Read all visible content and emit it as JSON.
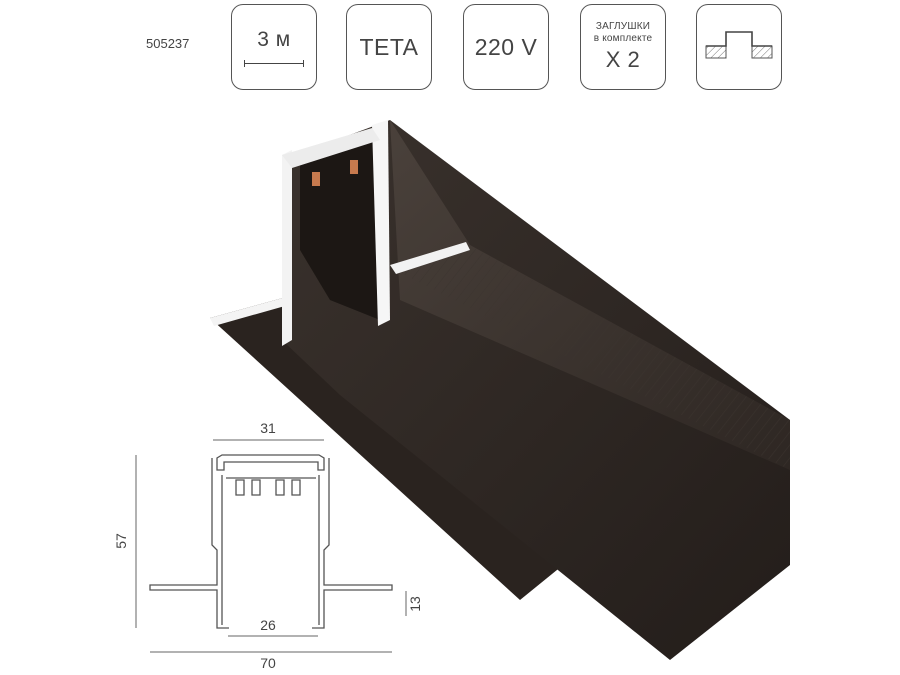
{
  "sku": "505237",
  "badges": {
    "length": {
      "value": "3 м",
      "icon": "length-scale-icon"
    },
    "series": {
      "value": "TETA"
    },
    "voltage": {
      "value": "220 V"
    },
    "plugs": {
      "line1": "ЗАГЛУШКИ",
      "line2": "в комплекте",
      "value": "X 2"
    },
    "mounting": {
      "icon": "recessed-mount-icon"
    }
  },
  "dimensions": {
    "top_width": "31",
    "height": "57",
    "inner_width": "26",
    "flange_height": "13",
    "total_width": "70"
  },
  "colors": {
    "profile_body": "#2b2420",
    "profile_dark": "#1c1714",
    "aluminum": "#f2f2f2",
    "contact": "#c77a4e",
    "outline": "#555555"
  }
}
